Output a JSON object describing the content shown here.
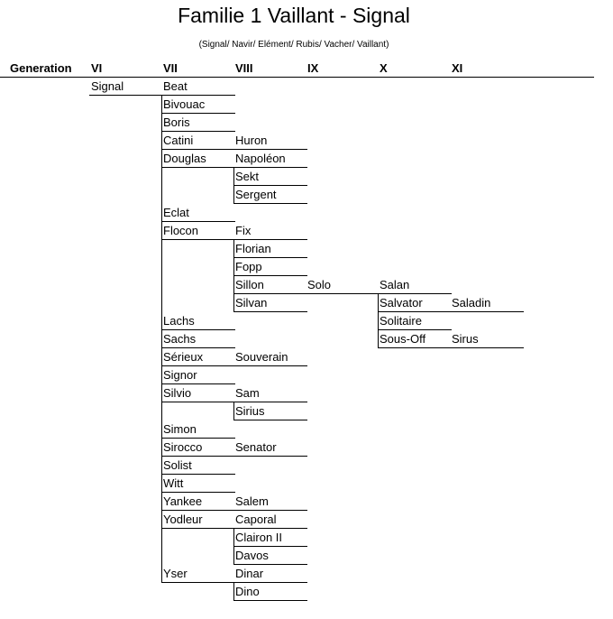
{
  "title": "Familie 1 Vaillant - Signal",
  "subtitle": "(Signal/ Navir/ Elément/ Rubis/ Vacher/ Vaillant)",
  "headers": [
    "Generation",
    "VI",
    "VII",
    "VIII",
    "IX",
    "X",
    "XI"
  ],
  "rows": [
    [
      "Signal",
      "Beat",
      "",
      "",
      "",
      ""
    ],
    [
      "",
      "Bivouac",
      "",
      "",
      "",
      ""
    ],
    [
      "",
      "Boris",
      "",
      "",
      "",
      ""
    ],
    [
      "",
      "Catini",
      "Huron",
      "",
      "",
      ""
    ],
    [
      "",
      "Douglas",
      "Napoléon",
      "",
      "",
      ""
    ],
    [
      "",
      "",
      "Sekt",
      "",
      "",
      ""
    ],
    [
      "",
      "",
      "Sergent",
      "",
      "",
      ""
    ],
    [
      "",
      "Eclat",
      "",
      "",
      "",
      ""
    ],
    [
      "",
      "Flocon",
      "Fix",
      "",
      "",
      ""
    ],
    [
      "",
      "",
      "Florian",
      "",
      "",
      ""
    ],
    [
      "",
      "",
      "Fopp",
      "",
      "",
      ""
    ],
    [
      "",
      "",
      "Sillon",
      "Solo",
      "Salan",
      ""
    ],
    [
      "",
      "",
      "Silvan",
      "",
      "Salvator",
      "Saladin"
    ],
    [
      "",
      "Lachs",
      "",
      "",
      "Solitaire",
      ""
    ],
    [
      "",
      "Sachs",
      "",
      "",
      "Sous-Off",
      "Sirus"
    ],
    [
      "",
      "Sérieux",
      "Souverain",
      "",
      "",
      ""
    ],
    [
      "",
      "Signor",
      "",
      "",
      "",
      ""
    ],
    [
      "",
      "Silvio",
      "Sam",
      "",
      "",
      ""
    ],
    [
      "",
      "",
      "Sirius",
      "",
      "",
      ""
    ],
    [
      "",
      "Simon",
      "",
      "",
      "",
      ""
    ],
    [
      "",
      "Sirocco",
      "Senator",
      "",
      "",
      ""
    ],
    [
      "",
      "Solist",
      "",
      "",
      "",
      ""
    ],
    [
      "",
      "Witt",
      "",
      "",
      "",
      ""
    ],
    [
      "",
      "Yankee",
      "Salem",
      "",
      "",
      ""
    ],
    [
      "",
      "Yodleur",
      "Caporal",
      "",
      "",
      ""
    ],
    [
      "",
      "",
      "Clairon II",
      "",
      "",
      ""
    ],
    [
      "",
      "",
      "Davos",
      "",
      "",
      ""
    ],
    [
      "",
      "Yser",
      "Dinar",
      "",
      "",
      ""
    ],
    [
      "",
      "",
      "Dino",
      "",
      "",
      ""
    ]
  ]
}
